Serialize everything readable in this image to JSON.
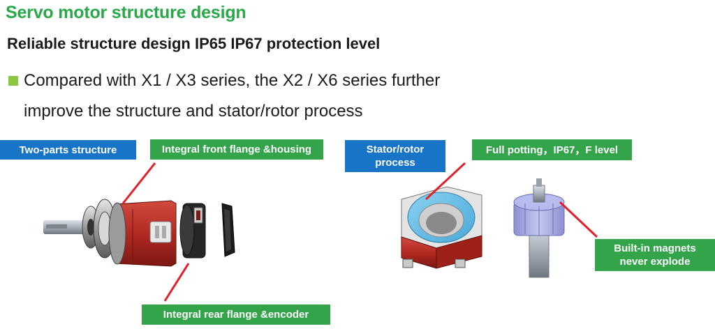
{
  "header": {
    "title": "Servo motor structure design",
    "subtitle": "Reliable structure design IP65 IP67 protection level"
  },
  "bullet": {
    "line1": "Compared with X1 / X3 series, the X2 / X6 series further",
    "line2": "improve the structure and stator/rotor process"
  },
  "labels": {
    "two_parts": "Two-parts structure",
    "front_flange": "Integral front flange &housing",
    "rear_flange": "Integral rear flange &encoder",
    "stator_rotor": "Stator/rotor process",
    "full_potting": "Full potting，IP67，F level",
    "magnets": "Built-in magnets never explode"
  },
  "colors": {
    "title_green": "#2aa84a",
    "label_blue": "#1874c6",
    "label_green": "#33a44a",
    "pointer_red": "#e0202a",
    "bullet_green": "#8cc63f"
  }
}
